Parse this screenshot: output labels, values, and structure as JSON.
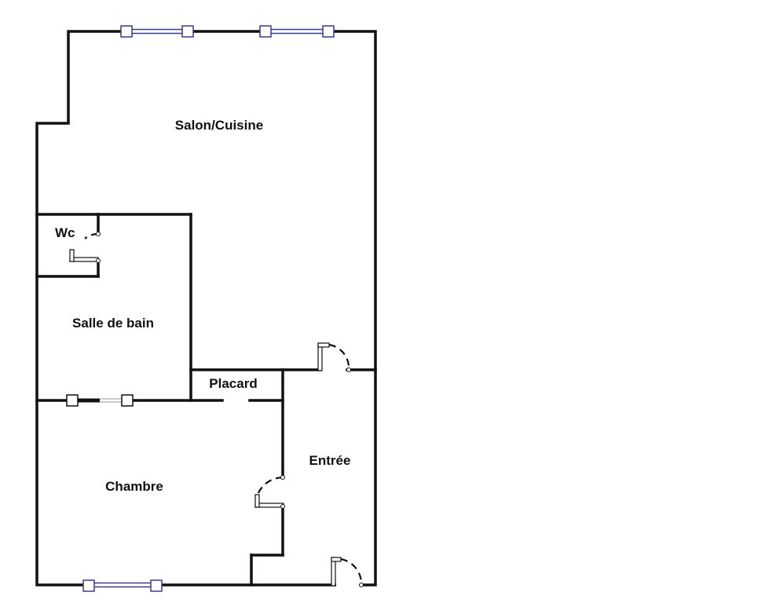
{
  "floorplan": {
    "rooms": {
      "salon_cuisine": "Salon/Cuisine",
      "wc": "Wc",
      "salle_de_bain": "Salle de bain",
      "placard": "Placard",
      "chambre": "Chambre",
      "entree": "Entrée"
    },
    "colors": {
      "wall": "#111111",
      "window": "#3b3a8c",
      "background": "#ffffff"
    }
  }
}
